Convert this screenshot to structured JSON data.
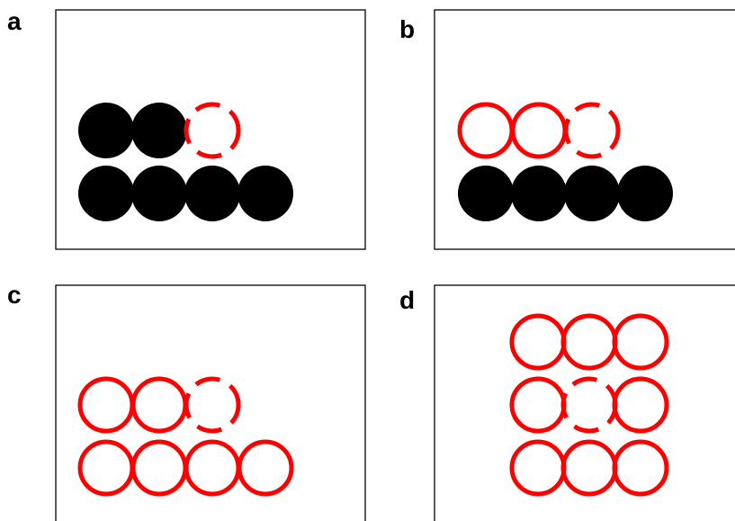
{
  "colors": {
    "filled": "#000000",
    "outline": "#ff0000",
    "frame": "#000000"
  },
  "panels": [
    {
      "label": "a",
      "rows": [
        [
          "filled",
          "filled",
          "missing"
        ],
        [
          "filled",
          "filled",
          "filled",
          "filled"
        ]
      ]
    },
    {
      "label": "b",
      "rows": [
        [
          "outline",
          "outline",
          "missing"
        ],
        [
          "filled",
          "filled",
          "filled",
          "filled"
        ]
      ]
    },
    {
      "label": "c",
      "rows": [
        [
          "outline",
          "outline",
          "missing"
        ],
        [
          "outline",
          "outline",
          "outline",
          "outline"
        ]
      ]
    },
    {
      "label": "d",
      "rows": [
        [
          "outline",
          "outline",
          "outline"
        ],
        [
          "outline",
          "missing",
          "outline"
        ],
        [
          "outline",
          "outline",
          "outline"
        ]
      ]
    }
  ]
}
